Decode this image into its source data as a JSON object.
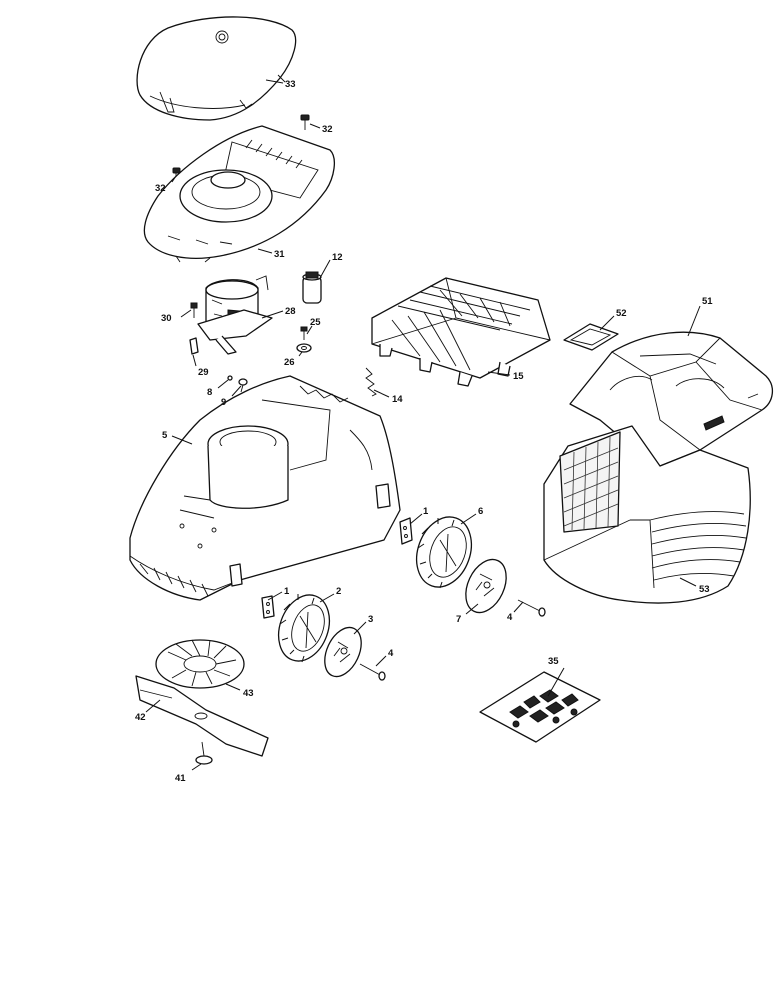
{
  "diagram": {
    "labels": {
      "p33": "33",
      "p32a": "32",
      "p32b": "32",
      "p31": "31",
      "p12": "12",
      "p30": "30",
      "p28": "28",
      "p25": "25",
      "p26": "26",
      "p29": "29",
      "p8": "8",
      "p9": "9",
      "p14": "14",
      "p15": "15",
      "p52": "52",
      "p51": "51",
      "p5": "5",
      "p1a": "1",
      "p1b": "1",
      "p6": "6",
      "p2": "2",
      "p3": "3",
      "p4a": "4",
      "p4b": "4",
      "p7": "7",
      "p53": "53",
      "p35": "35",
      "p43": "43",
      "p42": "42",
      "p41": "41"
    }
  }
}
